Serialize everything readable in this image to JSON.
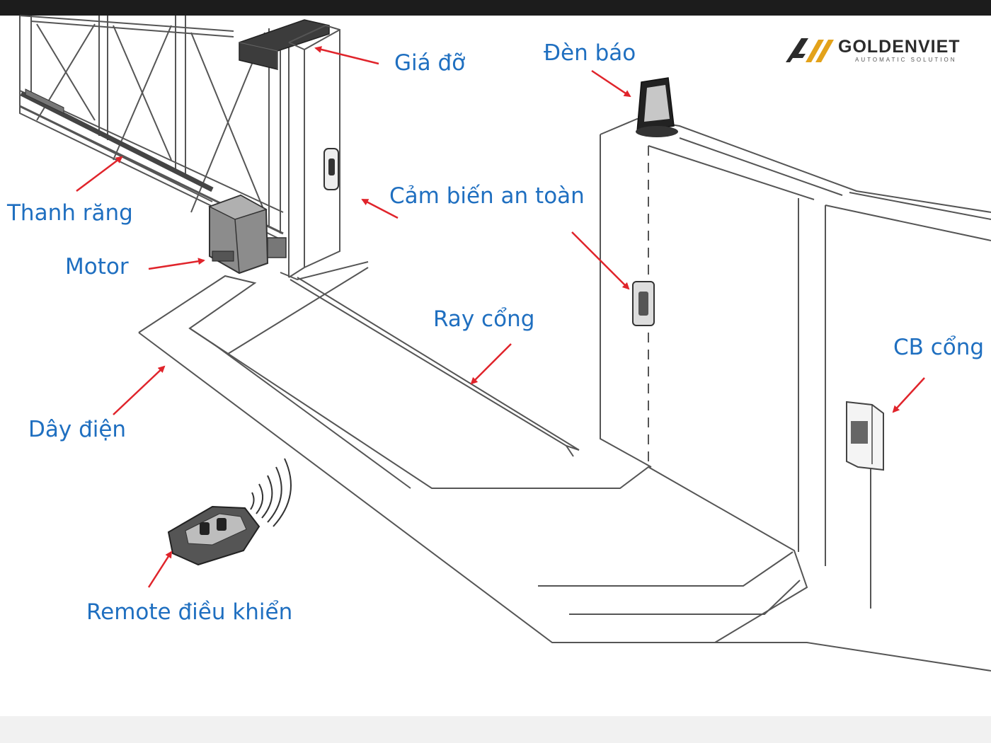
{
  "brand": {
    "name": "GOLDENVIET",
    "tagline": "AUTOMATIC SOLUTION",
    "colors": {
      "gold": "#e3a21a",
      "dark": "#2b2b2b"
    }
  },
  "label_color": "#1f6fc0",
  "arrow_color": "#e0242b",
  "labels": {
    "bracket": "Giá đỡ",
    "warning_light": "Đèn báo",
    "rack": "Thanh răng",
    "safety_sensor": "Cảm biến an toàn",
    "motor": "Motor",
    "rail": "Ray cổng",
    "breaker": "CB cổng",
    "cable": "Dây điện",
    "remote": "Remote điều khiển"
  }
}
